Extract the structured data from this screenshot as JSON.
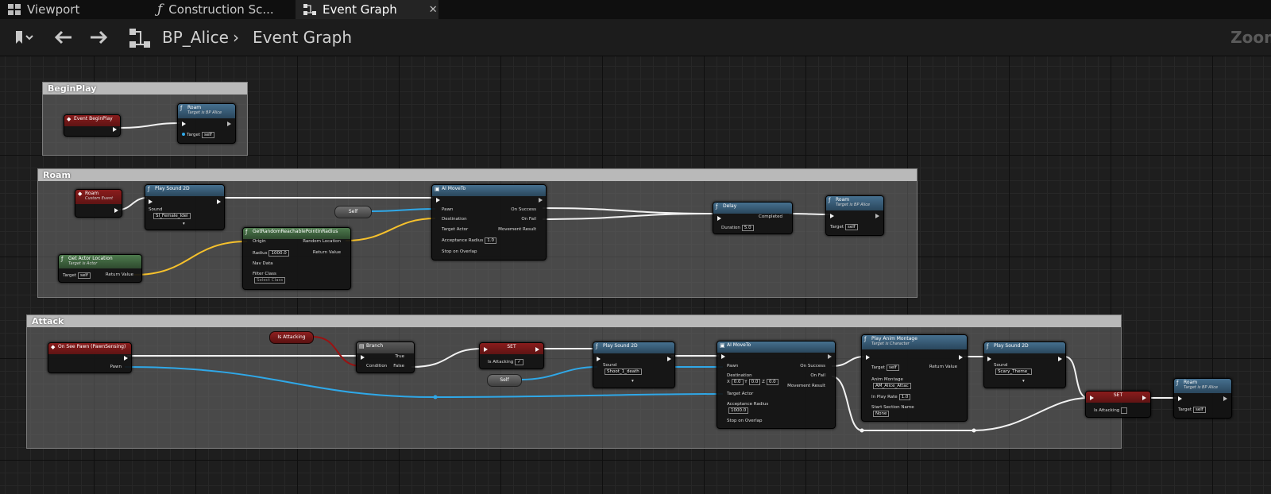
{
  "tabs": [
    {
      "label": "Viewport",
      "icon": "viewport-grid-icon"
    },
    {
      "label": "Construction Sc...",
      "icon": "function-icon"
    },
    {
      "label": "Event Graph",
      "icon": "event-graph-icon",
      "active": true,
      "close": "✕"
    }
  ],
  "toolbar": {
    "back": "🡐",
    "forward": "🡒",
    "breadcrumb_blueprint": "BP_Alice",
    "breadcrumb_sep": "›",
    "breadcrumb_graph": "Event Graph",
    "zoom": "Zoom"
  },
  "comments": {
    "beginplay": "BeginPlay",
    "roam": "Roam",
    "attack": "Attack"
  },
  "nodes": {
    "event_beginplay": {
      "title": "Event BeginPlay"
    },
    "roam_call_1": {
      "title": "Roam",
      "subtitle": "Target is BP Alice",
      "target_label": "Target",
      "target_value": "self"
    },
    "roam_custom_event": {
      "title": "Roam",
      "subtitle": "Custom Event"
    },
    "play_sound_1": {
      "title": "Play Sound 2D",
      "sound_label": "Sound",
      "sound_value": "SI_Female_Idel"
    },
    "get_actor_location": {
      "title": "Get Actor Location",
      "subtitle": "Target is Actor",
      "target_label": "Target",
      "target_value": "self",
      "return_label": "Return Value"
    },
    "get_random_point": {
      "title": "GetRandomReachablePointInRadius",
      "origin": "Origin",
      "radius_label": "Radius",
      "radius_value": "1000.0",
      "navdata": "Nav Data",
      "filter": "Filter Class",
      "filter_value": "Select Class",
      "random_location": "Random Location",
      "return_label": "Return Value"
    },
    "self_1": {
      "label": "Self"
    },
    "ai_moveto_1": {
      "title": "AI MoveTo",
      "pawn": "Pawn",
      "destination": "Destination",
      "target_actor": "Target Actor",
      "acceptance_label": "Acceptance Radius",
      "acceptance_value": "1.0",
      "stop_overlap": "Stop on Overlap",
      "on_success": "On Success",
      "on_fail": "On Fail",
      "movement_result": "Movement Result"
    },
    "delay": {
      "title": "Delay",
      "completed": "Completed",
      "duration_label": "Duration",
      "duration_value": "5.0"
    },
    "roam_call_2": {
      "title": "Roam",
      "subtitle": "Target is BP Alice",
      "target_label": "Target",
      "target_value": "self"
    },
    "on_see_pawn": {
      "title": "On See Pawn (PawnSensing)",
      "pawn": "Pawn"
    },
    "is_attacking_get": {
      "label": "Is Attacking"
    },
    "branch": {
      "title": "Branch",
      "condition": "Condition",
      "true_label": "True",
      "false_label": "False"
    },
    "set_1": {
      "title": "SET",
      "var": "Is Attacking",
      "checked": "✓"
    },
    "self_2": {
      "label": "Self"
    },
    "play_sound_2": {
      "title": "Play Sound 2D",
      "sound_label": "Sound",
      "sound_value": "Shoot_1_death"
    },
    "ai_moveto_2": {
      "title": "AI MoveTo",
      "pawn": "Pawn",
      "destination": "Destination",
      "x": "X",
      "xv": "0.0",
      "y": "Y",
      "yv": "0.0",
      "z": "Z",
      "zv": "0.0",
      "target_actor": "Target Actor",
      "acceptance_label": "Acceptance Radius",
      "acceptance_value": "1000.0",
      "stop_overlap": "Stop on Overlap",
      "on_success": "On Success",
      "on_fail": "On Fail",
      "movement_result": "Movement Result"
    },
    "play_anim_montage": {
      "title": "Play Anim Montage",
      "subtitle": "Target is Character",
      "target_label": "Target",
      "target_value": "self",
      "montage_label": "Anim Montage",
      "montage_value": "AM_Alice_Attac",
      "rate_label": "In Play Rate",
      "rate_value": "1.0",
      "section_label": "Start Section Name",
      "section_value": "None",
      "return_label": "Return Value"
    },
    "play_sound_3": {
      "title": "Play Sound 2D",
      "sound_label": "Sound",
      "sound_value": "Scary_Theme_"
    },
    "set_2": {
      "title": "SET",
      "var": "Is Attacking"
    },
    "roam_call_3": {
      "title": "Roam",
      "subtitle": "Target is BP Alice",
      "target_label": "Target",
      "target_value": "self"
    }
  },
  "colors": {
    "exec": "#f2f2f2",
    "vector": "#f6c12c",
    "object": "#2fa8e8",
    "bool": "#9a1212",
    "float": "#7adf8e",
    "struct": "#2a7ea8"
  }
}
